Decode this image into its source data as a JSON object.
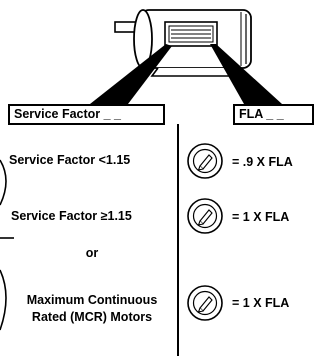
{
  "nameplate": {
    "service_factor_label": "Service Factor _ _",
    "fla_label": "FLA _ _"
  },
  "rules": [
    {
      "condition": "Service Factor <1.15",
      "result": "= .9 X FLA"
    },
    {
      "condition": "Service Factor ≥1.15",
      "joiner": "or",
      "result": "= 1 X FLA"
    },
    {
      "condition_line1": "Maximum Continuous",
      "condition_line2": "Rated (MCR) Motors",
      "result": "= 1 X FLA"
    }
  ],
  "icons": {
    "dial": "adjustment-dial-icon",
    "motor": "motor-nameplate-icon"
  }
}
